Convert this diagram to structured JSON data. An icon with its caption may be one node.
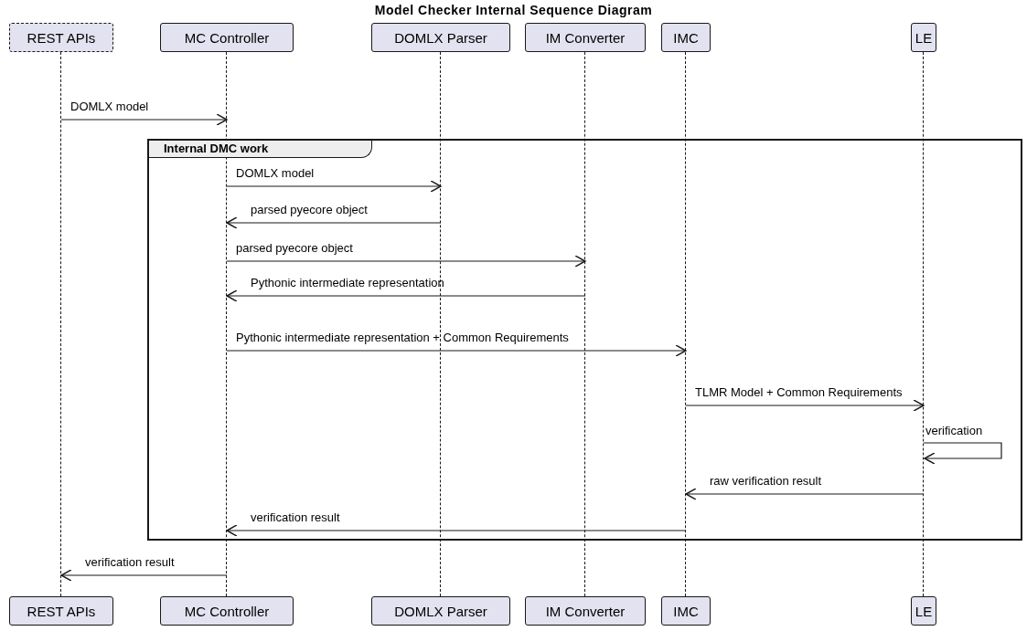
{
  "diagram": {
    "title": "Model Checker Internal Sequence Diagram",
    "nodes": [
      {
        "text": [
          "REST APIs"
        ]
      },
      {
        "text": [
          "MC Controller"
        ]
      },
      {
        "text": [
          "DOMLX Parser"
        ]
      },
      {
        "text": [
          "IM Converter"
        ]
      },
      {
        "text": [
          "IMC"
        ]
      },
      {
        "text": [
          "LE"
        ]
      },
      {
        "text": [
          "REST APIs"
        ]
      },
      {
        "text": [
          "MC Controller"
        ]
      },
      {
        "text": [
          "DOMLX Parser"
        ]
      },
      {
        "text": [
          "IM Converter"
        ]
      },
      {
        "text": [
          "IMC"
        ]
      },
      {
        "text": [
          "LE"
        ]
      },
      {
        "text": [],
        "shape": "bar"
      },
      {
        "text": [],
        "shape": "bar"
      },
      {
        "text": [],
        "shape": "bar"
      },
      {
        "text": [],
        "shape": "bar"
      },
      {
        "text": [],
        "shape": "bar"
      },
      {
        "text": [],
        "shape": "bar"
      }
    ],
    "edges": [
      {
        "from": 12,
        "to": 13,
        "arrow": "to",
        "label": "DOMLX model"
      },
      {
        "from": 13,
        "to": 14,
        "arrow": "to",
        "label": "DOMLX model"
      },
      {
        "from": 14,
        "to": 13,
        "arrow": "to",
        "label": "parsed pyecore object"
      },
      {
        "from": 13,
        "to": 15,
        "arrow": "to",
        "label": "parsed pyecore object"
      },
      {
        "from": 15,
        "to": 13,
        "arrow": "to",
        "label": "Pythonic intermediate representation"
      },
      {
        "from": 13,
        "to": 16,
        "arrow": "to",
        "label": "Pythonic intermediate representation + Common Requirements"
      },
      {
        "from": 16,
        "to": 17,
        "arrow": "to",
        "label": "TLMR Model + Common Requirements"
      },
      {
        "from": 17,
        "to": 17,
        "arrow": "to",
        "label": "verification"
      },
      {
        "from": 17,
        "to": 16,
        "arrow": "to",
        "label": "raw verification result"
      },
      {
        "from": 16,
        "to": 13,
        "arrow": "to",
        "label": "verification result"
      },
      {
        "from": 13,
        "to": 12,
        "arrow": "to",
        "label": "verification result"
      }
    ],
    "labels": [
      "Internal DMC work"
    ]
  }
}
